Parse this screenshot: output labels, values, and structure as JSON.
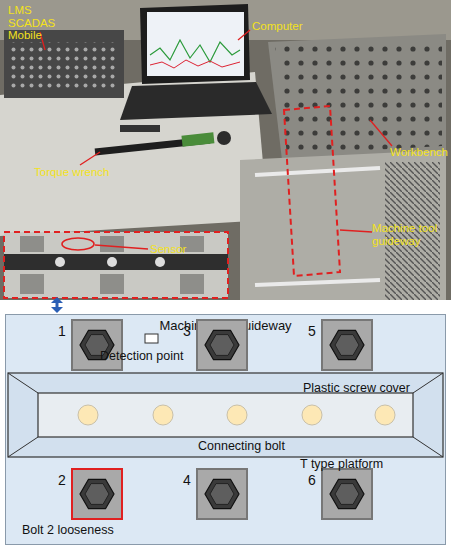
{
  "diagram": {
    "nodes": [
      {
        "text": [
          "Machine tool guideway"
        ]
      },
      {
        "text": [
          "1"
        ],
        "in": 0
      },
      {
        "text": [
          "3"
        ],
        "in": 0
      },
      {
        "text": [
          "5"
        ],
        "in": 0
      },
      {
        "text": [
          "2"
        ],
        "in": 0
      },
      {
        "text": [
          "4"
        ],
        "in": 0
      },
      {
        "text": [
          "6"
        ],
        "in": 0
      }
    ],
    "labels": [
      "LMS SCADAS Mobile",
      "Computer",
      "Torque wrench",
      "Workbench",
      "Sensor",
      "Machine tool guideway",
      "Detection point",
      "Plastic screw cover",
      "Connecting bolt",
      "Bolt 2 looseness",
      "T type platform"
    ]
  }
}
